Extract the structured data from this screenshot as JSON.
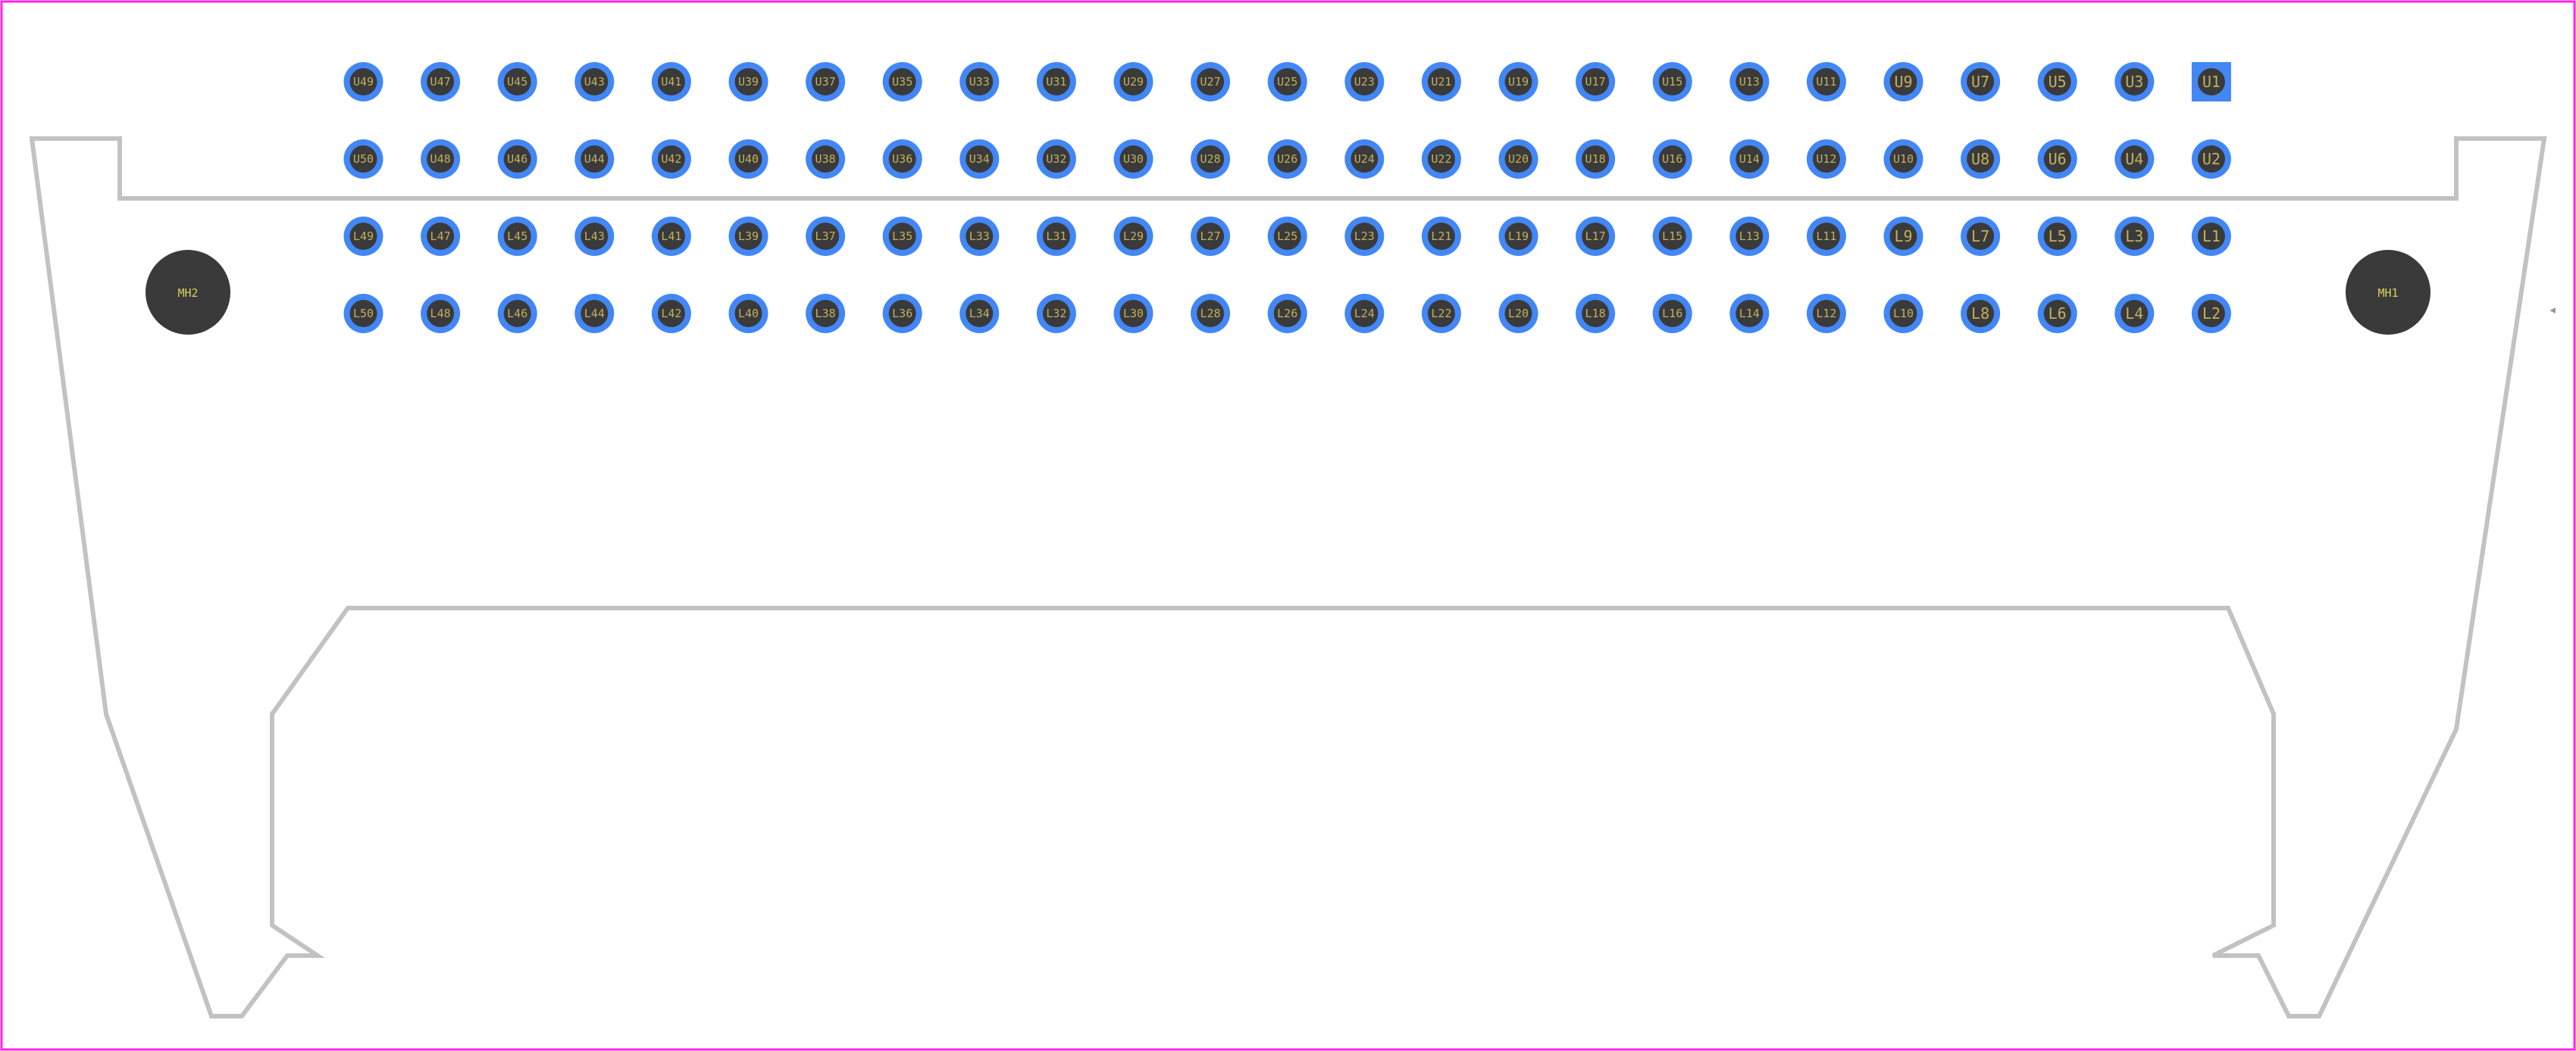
{
  "colors": {
    "background": "#ffffff",
    "board_border": "#ff26e2",
    "silkscreen_outline": "#c2c2c2",
    "pad_copper": "#4287f5",
    "pad_hole": "#3a3a3a",
    "pad_label": "#c0b060",
    "mounting_hole_fill": "#3a3a3a",
    "mounting_hole_label": "#d8d060",
    "origin_marker": "#9a9a9a"
  },
  "pin1_marker": "square-pad",
  "pad_rows": [
    [
      "U49",
      "U47",
      "U45",
      "U43",
      "U41",
      "U39",
      "U37",
      "U35",
      "U33",
      "U31",
      "U29",
      "U27",
      "U25",
      "U23",
      "U21",
      "U19",
      "U17",
      "U15",
      "U13",
      "U11",
      "U9",
      "U7",
      "U5",
      "U3",
      "U1"
    ],
    [
      "U50",
      "U48",
      "U46",
      "U44",
      "U42",
      "U40",
      "U38",
      "U36",
      "U34",
      "U32",
      "U30",
      "U28",
      "U26",
      "U24",
      "U22",
      "U20",
      "U18",
      "U16",
      "U14",
      "U12",
      "U10",
      "U8",
      "U6",
      "U4",
      "U2"
    ],
    [
      "L49",
      "L47",
      "L45",
      "L43",
      "L41",
      "L39",
      "L37",
      "L35",
      "L33",
      "L31",
      "L29",
      "L27",
      "L25",
      "L23",
      "L21",
      "L19",
      "L17",
      "L15",
      "L13",
      "L11",
      "L9",
      "L7",
      "L5",
      "L3",
      "L1"
    ],
    [
      "L50",
      "L48",
      "L46",
      "L44",
      "L42",
      "L40",
      "L38",
      "L36",
      "L34",
      "L32",
      "L30",
      "L28",
      "L26",
      "L24",
      "L22",
      "L20",
      "L18",
      "L16",
      "L14",
      "L12",
      "L10",
      "L8",
      "L6",
      "L4",
      "L2"
    ]
  ],
  "mounting_holes": {
    "left": "MH2",
    "right": "MH1"
  }
}
